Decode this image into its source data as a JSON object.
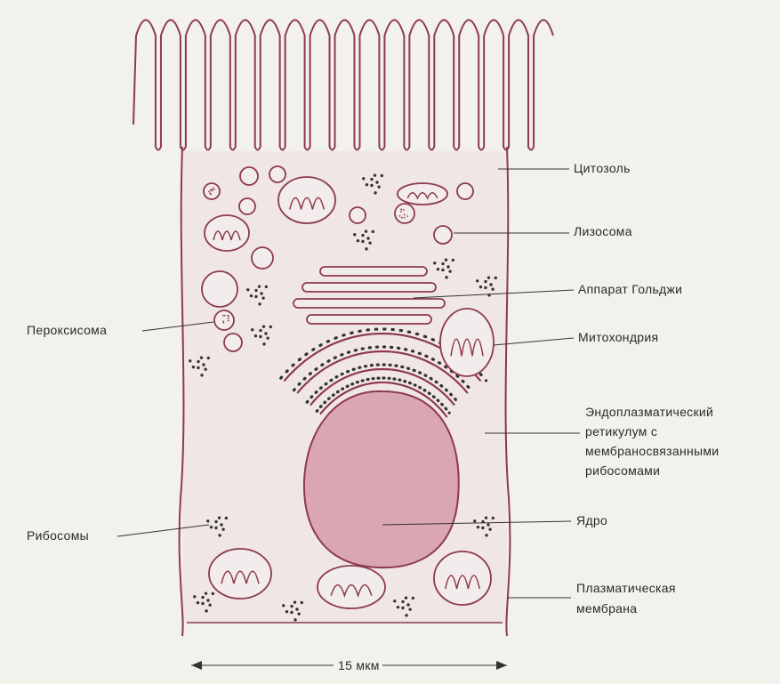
{
  "labels": {
    "cytosol": "Цитозоль",
    "lysosome": "Лизосома",
    "golgi": "Аппарат Гольджи",
    "mitochondrion": "Митохондрия",
    "er_line1": "Эндоплазматический",
    "er_line2": "ретикулум  с",
    "er_line3": "мембраносвязанными",
    "er_line4": "рибосомами",
    "nucleus": "Ядро",
    "plasma_line1": "Плазматическая",
    "plasma_line2": "мембрана",
    "peroxisome": "Пероксисома",
    "ribosomes": "Рибосомы",
    "scale": "15 мкм"
  },
  "colors": {
    "membrane": "#8c3a4c",
    "cytoplasm": "#f1e6e6",
    "nucleus": "#d9a6b2",
    "background": "#f3f1ec"
  }
}
